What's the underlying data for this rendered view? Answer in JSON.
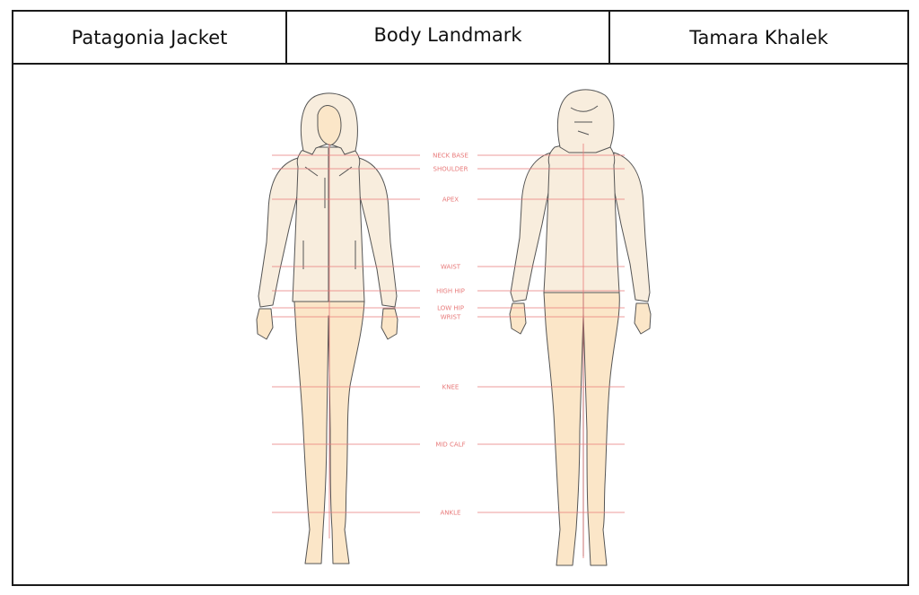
{
  "header": {
    "garment": "Patagonia Jacket",
    "title": "Body Landmark",
    "designer": "Tamara Khalek"
  },
  "landmarks": [
    {
      "label": "NECK BASE"
    },
    {
      "label": "SHOULDER"
    },
    {
      "label": "APEX"
    },
    {
      "label": "WAIST"
    },
    {
      "label": "HIGH HIP"
    },
    {
      "label": "LOW HIP"
    },
    {
      "label": "WRIST"
    },
    {
      "label": "KNEE"
    },
    {
      "label": "MID CALF"
    },
    {
      "label": "ANKLE"
    }
  ],
  "colors": {
    "skin": "#fbe6c8",
    "jacket": "#f8eddd",
    "outline": "#555555",
    "landmark_line": "#e87a7a",
    "border": "#1a1a1a"
  }
}
